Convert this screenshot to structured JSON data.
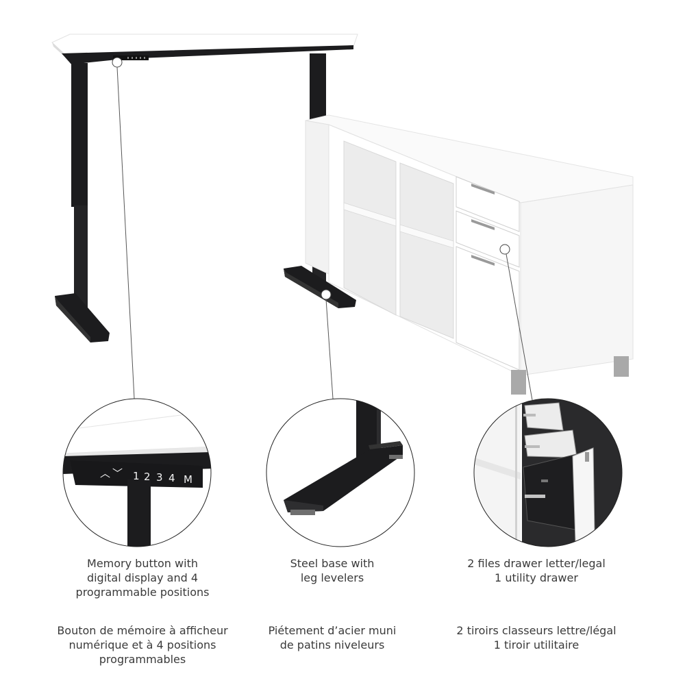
{
  "features": [
    {
      "caption_en": "Memory button with\ndigital display and 4\nprogrammable positions",
      "caption_fr": "Bouton de mémoire à afficheur\nnumérique et à 4 positions\nprogrammables"
    },
    {
      "caption_en": "Steel base with\nleg levelers",
      "caption_fr": "Piétement d’acier muni\nde patins niveleurs"
    },
    {
      "caption_en": "2 files drawer letter/legal\n1 utility drawer",
      "caption_fr": "2 tiroirs classeurs lettre/légal\n1 tiroir utilitaire"
    }
  ],
  "keypad": {
    "up": "︿",
    "down": "﹀",
    "keys": [
      "1",
      "2",
      "3",
      "4",
      "M"
    ]
  },
  "colors": {
    "frame": "#1c1c1e",
    "desktop": "#ffffff",
    "edge": "#e6e6e6",
    "leveler": "#9a9a9a",
    "text": "#3a3a3a"
  }
}
